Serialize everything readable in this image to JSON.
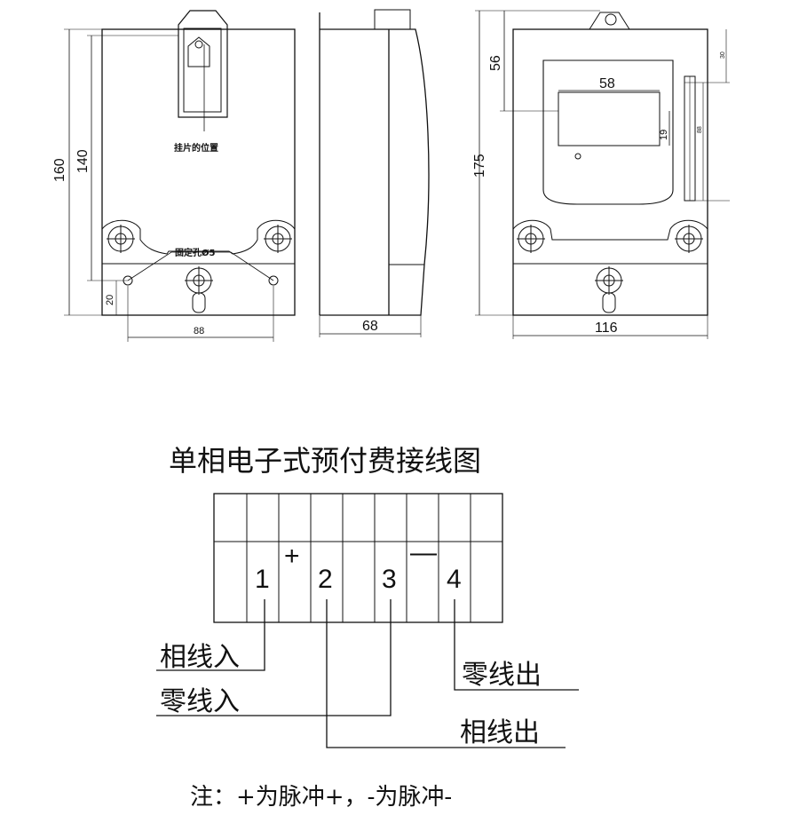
{
  "front_view": {
    "dim_height": "160",
    "dim_inner_height": "140",
    "dim_bottom": "20",
    "dim_hole_span": "88",
    "hanger_label": "挂片的位置",
    "mount_hole_label": "固定孔Ø5"
  },
  "side_view": {
    "dim_depth": "68"
  },
  "back_view": {
    "dim_height": "175",
    "dim_top": "56",
    "dim_window_width": "58",
    "dim_window_height": "19",
    "dim_width": "116",
    "dim_side_small_top": "30",
    "dim_side_small_mid": "88"
  },
  "wiring": {
    "title": "单相电子式预付费接线图",
    "terminals": [
      "1",
      "2",
      "3",
      "4"
    ],
    "plus_sign": "+",
    "minus_sign": "—",
    "phase_in": "相线入",
    "neutral_in": "零线入",
    "neutral_out": "零线出",
    "phase_out": "相线出",
    "note": "注：+为脉冲+，-为脉冲-"
  }
}
